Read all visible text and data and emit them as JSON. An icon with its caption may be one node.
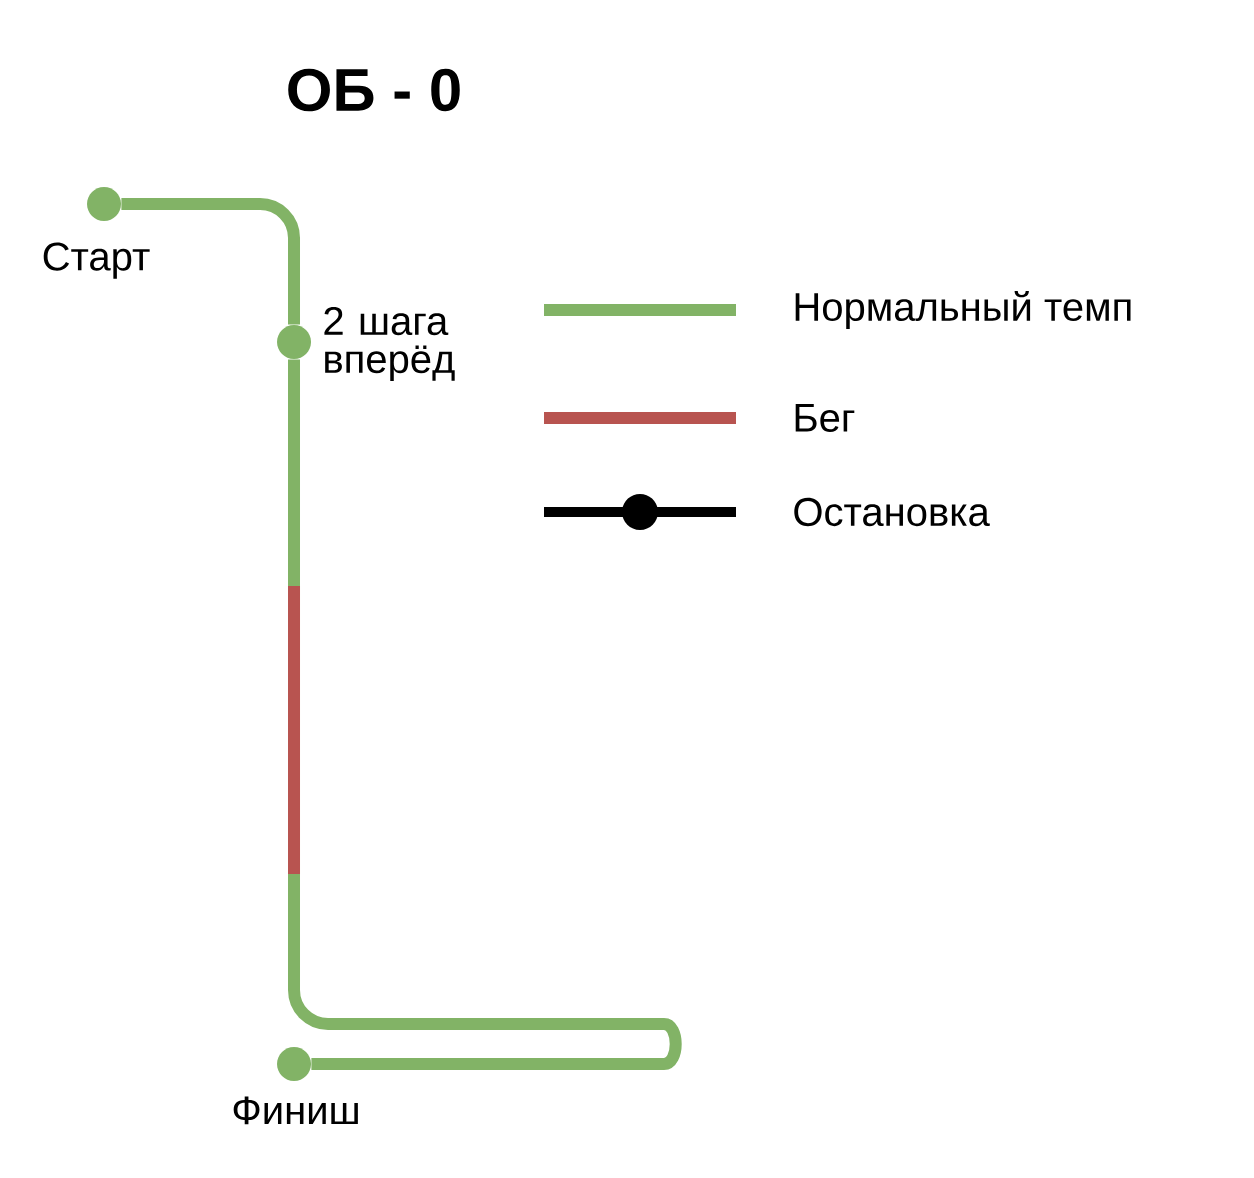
{
  "diagram": {
    "title": "ОБ - 0",
    "nodes": [
      {
        "text": [
          "Старт"
        ]
      },
      {
        "text": [
          "2 шага вперёд"
        ]
      },
      {
        "text": [
          "Финиш"
        ]
      }
    ],
    "edges": [
      {
        "from": 0,
        "to": 1,
        "arrow": "none"
      },
      {
        "from": 1,
        "to": 2,
        "arrow": "none"
      }
    ],
    "legend": [
      {
        "text": "Нормальный темп",
        "color": "#82b366"
      },
      {
        "text": "Бег",
        "color": "#b85450"
      },
      {
        "text": "Остановка"
      }
    ]
  }
}
